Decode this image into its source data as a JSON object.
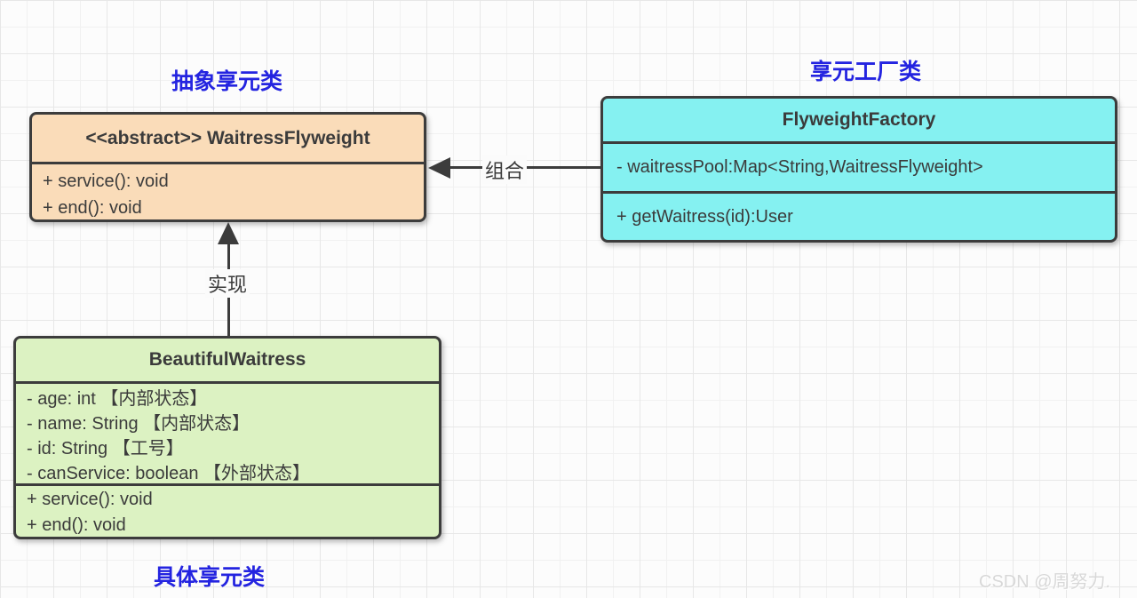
{
  "canvas": {
    "background": "#FCFCFC",
    "grid_minor_color": "#F1F1F1",
    "grid_major_color": "#E7E7E7"
  },
  "colors": {
    "annotation_blue": "#2424E0",
    "border_dark": "#3C3C3C",
    "text": "#3B3B3B",
    "watermark_gray": "#D8D8D8"
  },
  "annotations": {
    "abstract_flyweight": "抽象享元类",
    "factory": "享元工厂类",
    "concrete_flyweight": "具体享元类"
  },
  "classes": {
    "waitress_flyweight": {
      "title": "<<abstract>> WaitressFlyweight",
      "methods": [
        "+ service(): void",
        "+ end(): void"
      ],
      "fill": "#FADCB9"
    },
    "flyweight_factory": {
      "title": "FlyweightFactory",
      "fields": [
        "- waitressPool:Map<String,WaitressFlyweight>"
      ],
      "methods": [
        "+ getWaitress(id):User"
      ],
      "fill": "#85F1F1"
    },
    "beautiful_waitress": {
      "title": "BeautifulWaitress",
      "fields": [
        "- age: int 【内部状态】",
        "- name: String 【内部状态】",
        "- id: String 【工号】",
        "- canService: boolean 【外部状态】"
      ],
      "methods": [
        "+ service(): void",
        "+ end(): void"
      ],
      "fill": "#DCF2C2"
    }
  },
  "relations": {
    "composition": {
      "label": "组合"
    },
    "realization": {
      "label": "实现"
    }
  },
  "watermark": "CSDN @周努力."
}
